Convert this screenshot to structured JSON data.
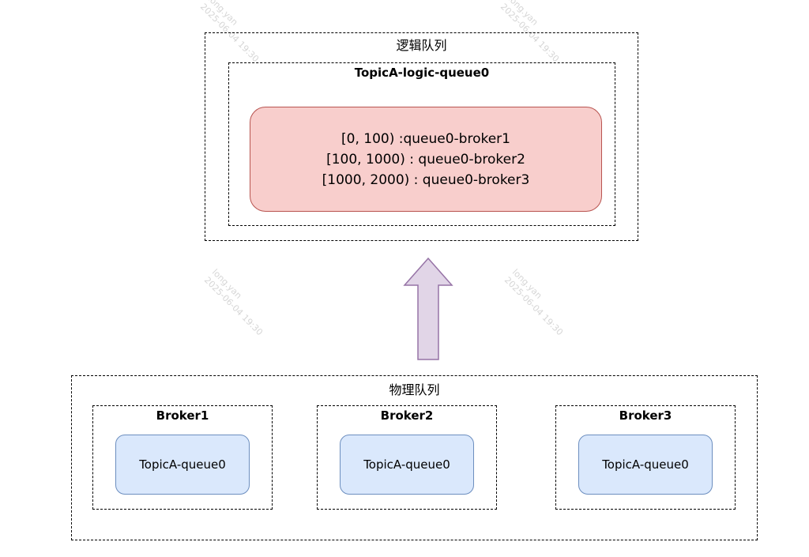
{
  "logical": {
    "label": "逻辑队列",
    "topic_label": "TopicA-logic-queue0",
    "ranges": [
      "[0, 100) :queue0-broker1",
      "[100, 1000) : queue0-broker2",
      "[1000, 2000) : queue0-broker3"
    ]
  },
  "physical": {
    "label": "物理队列",
    "brokers": [
      {
        "name": "Broker1",
        "queue": "TopicA-queue0"
      },
      {
        "name": "Broker2",
        "queue": "TopicA-queue0"
      },
      {
        "name": "Broker3",
        "queue": "TopicA-queue0"
      }
    ]
  },
  "watermark": {
    "user": "long.yan",
    "time": "2025-06-04 19:30"
  },
  "colors": {
    "range_fill": "#f8cecc",
    "range_stroke": "#b85450",
    "queue_fill": "#dae8fc",
    "queue_stroke": "#6c8ebf",
    "arrow_fill": "#e1d5e7",
    "arrow_stroke": "#9673a6"
  }
}
